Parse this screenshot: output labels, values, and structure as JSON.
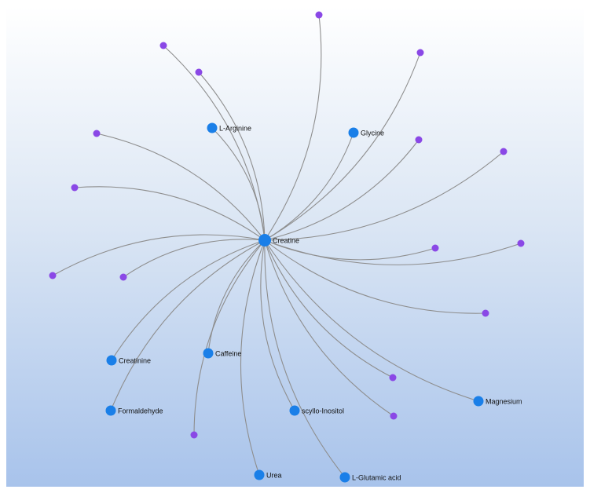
{
  "graph": {
    "center": {
      "label": "Creatine"
    },
    "colors": {
      "named_node": "#1a7fe8",
      "unnamed_node": "#8a48e6",
      "edge": "#8e8e8e",
      "bg_top": "#ffffff",
      "bg_bottom": "#a8c3eb"
    },
    "nodes": [
      {
        "id": "l-arginine",
        "label": "L-Arginine",
        "type": "named"
      },
      {
        "id": "glycine",
        "label": "Glycine",
        "type": "named"
      },
      {
        "id": "creatinine",
        "label": "Creatinine",
        "type": "named"
      },
      {
        "id": "caffeine",
        "label": "Caffeine",
        "type": "named"
      },
      {
        "id": "formaldehyde",
        "label": "Formaldehyde",
        "type": "named"
      },
      {
        "id": "scyllo-inositol",
        "label": "scyllo-Inositol",
        "type": "named"
      },
      {
        "id": "magnesium",
        "label": "Magnesium",
        "type": "named"
      },
      {
        "id": "urea",
        "label": "Urea",
        "type": "named"
      },
      {
        "id": "l-glutamic-acid",
        "label": "L-Glutamic acid",
        "type": "named"
      },
      {
        "id": "u1",
        "label": "",
        "type": "unnamed"
      },
      {
        "id": "u2",
        "label": "",
        "type": "unnamed"
      },
      {
        "id": "u3",
        "label": "",
        "type": "unnamed"
      },
      {
        "id": "u4",
        "label": "",
        "type": "unnamed"
      },
      {
        "id": "u5",
        "label": "",
        "type": "unnamed"
      },
      {
        "id": "u6",
        "label": "",
        "type": "unnamed"
      },
      {
        "id": "u7",
        "label": "",
        "type": "unnamed"
      },
      {
        "id": "u8",
        "label": "",
        "type": "unnamed"
      },
      {
        "id": "u9",
        "label": "",
        "type": "unnamed"
      },
      {
        "id": "u10",
        "label": "",
        "type": "unnamed"
      },
      {
        "id": "u11",
        "label": "",
        "type": "unnamed"
      },
      {
        "id": "u12",
        "label": "",
        "type": "unnamed"
      },
      {
        "id": "u13",
        "label": "",
        "type": "unnamed"
      },
      {
        "id": "u14",
        "label": "",
        "type": "unnamed"
      },
      {
        "id": "u15",
        "label": "",
        "type": "unnamed"
      },
      {
        "id": "u16",
        "label": "",
        "type": "unnamed"
      }
    ]
  }
}
